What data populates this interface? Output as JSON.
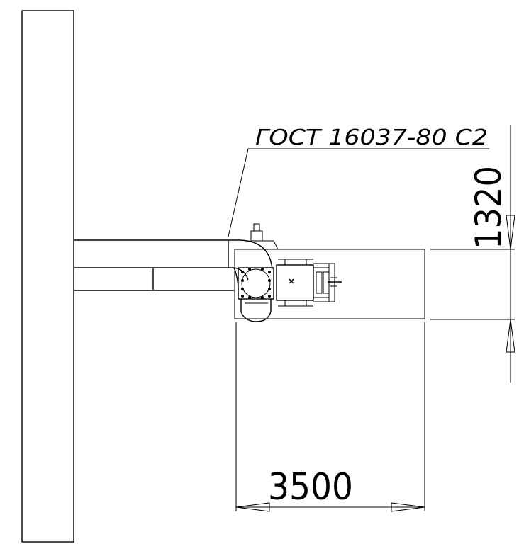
{
  "annotations": {
    "gost_label": "ГОСТ 16037-80 С2",
    "width_dim": "3500",
    "height_dim": "1320"
  }
}
